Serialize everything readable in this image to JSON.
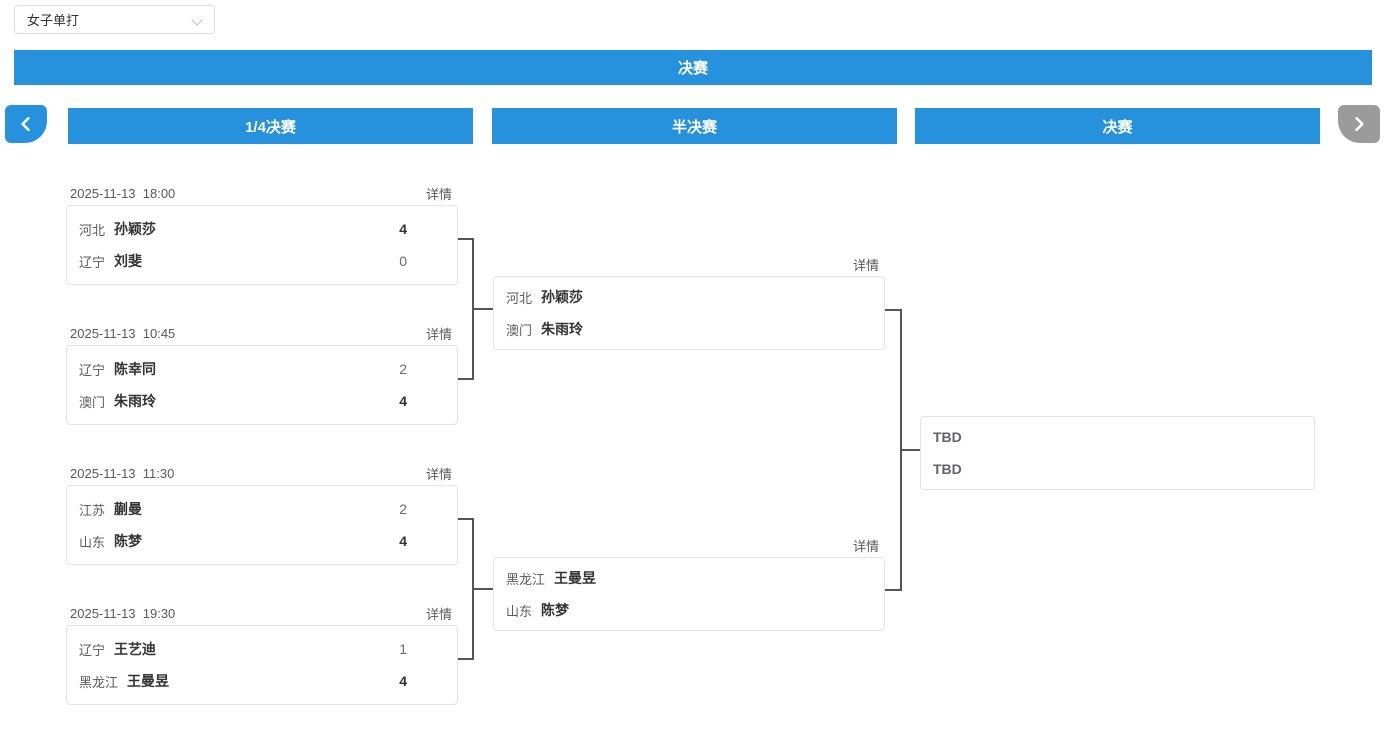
{
  "colors": {
    "primary": "#2692de",
    "nav_disabled": "#9b9b9b",
    "line": "#555555"
  },
  "filter_select": {
    "value": "女子单打"
  },
  "stage_banner": "决赛",
  "round_headers": [
    "1/4决赛",
    "半决赛",
    "决赛"
  ],
  "labels": {
    "details": "详情"
  },
  "bracket": {
    "quarterfinals": [
      {
        "datetime": "2025-11-13  18:00",
        "players": [
          {
            "region": "河北",
            "name": "孙颖莎",
            "score": "4"
          },
          {
            "region": "辽宁",
            "name": "刘斐",
            "score": "0"
          }
        ]
      },
      {
        "datetime": "2025-11-13  10:45",
        "players": [
          {
            "region": "辽宁",
            "name": "陈幸同",
            "score": "2"
          },
          {
            "region": "澳门",
            "name": "朱雨玲",
            "score": "4"
          }
        ]
      },
      {
        "datetime": "2025-11-13  11:30",
        "players": [
          {
            "region": "江苏",
            "name": "蒯曼",
            "score": "2"
          },
          {
            "region": "山东",
            "name": "陈梦",
            "score": "4"
          }
        ]
      },
      {
        "datetime": "2025-11-13  19:30",
        "players": [
          {
            "region": "辽宁",
            "name": "王艺迪",
            "score": "1"
          },
          {
            "region": "黑龙江",
            "name": "王曼昱",
            "score": "4"
          }
        ]
      }
    ],
    "semifinals": [
      {
        "players": [
          {
            "region": "河北",
            "name": "孙颖莎"
          },
          {
            "region": "澳门",
            "name": "朱雨玲"
          }
        ]
      },
      {
        "players": [
          {
            "region": "黑龙江",
            "name": "王曼昱"
          },
          {
            "region": "山东",
            "name": "陈梦"
          }
        ]
      }
    ],
    "final": {
      "players": [
        {
          "name": "TBD"
        },
        {
          "name": "TBD"
        }
      ]
    }
  }
}
